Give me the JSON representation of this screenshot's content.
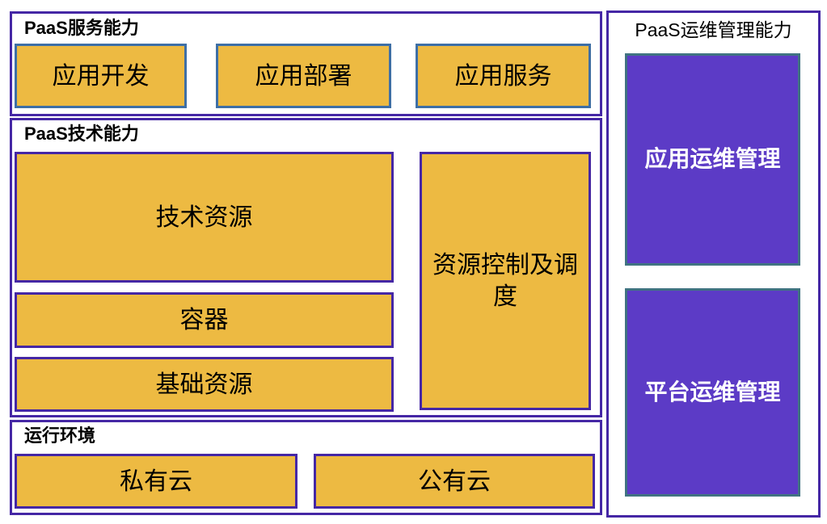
{
  "palette": {
    "frame_border": "#4527A5",
    "gold_fill": "#EDBA42",
    "blue_border": "#3E6FA6",
    "purple_fill": "#5C3BC6",
    "teal_border": "#407382",
    "black_text": "#000000",
    "white_text": "#FFFFFF"
  },
  "sections": {
    "service": {
      "title": "PaaS服务能力",
      "boxes": [
        {
          "label": "应用开发"
        },
        {
          "label": "应用部署"
        },
        {
          "label": "应用服务"
        }
      ]
    },
    "tech": {
      "title": "PaaS技术能力",
      "boxes": [
        {
          "label": "技术资源"
        },
        {
          "label": "容器"
        },
        {
          "label": "基础资源"
        },
        {
          "label": "资源控制及调度"
        }
      ]
    },
    "runtime": {
      "title": "运行环境",
      "boxes": [
        {
          "label": "私有云"
        },
        {
          "label": "公有云"
        }
      ]
    },
    "ops": {
      "title": "PaaS运维管理能力",
      "boxes": [
        {
          "label": "应用运维管理"
        },
        {
          "label": "平台运维管理"
        }
      ]
    }
  }
}
